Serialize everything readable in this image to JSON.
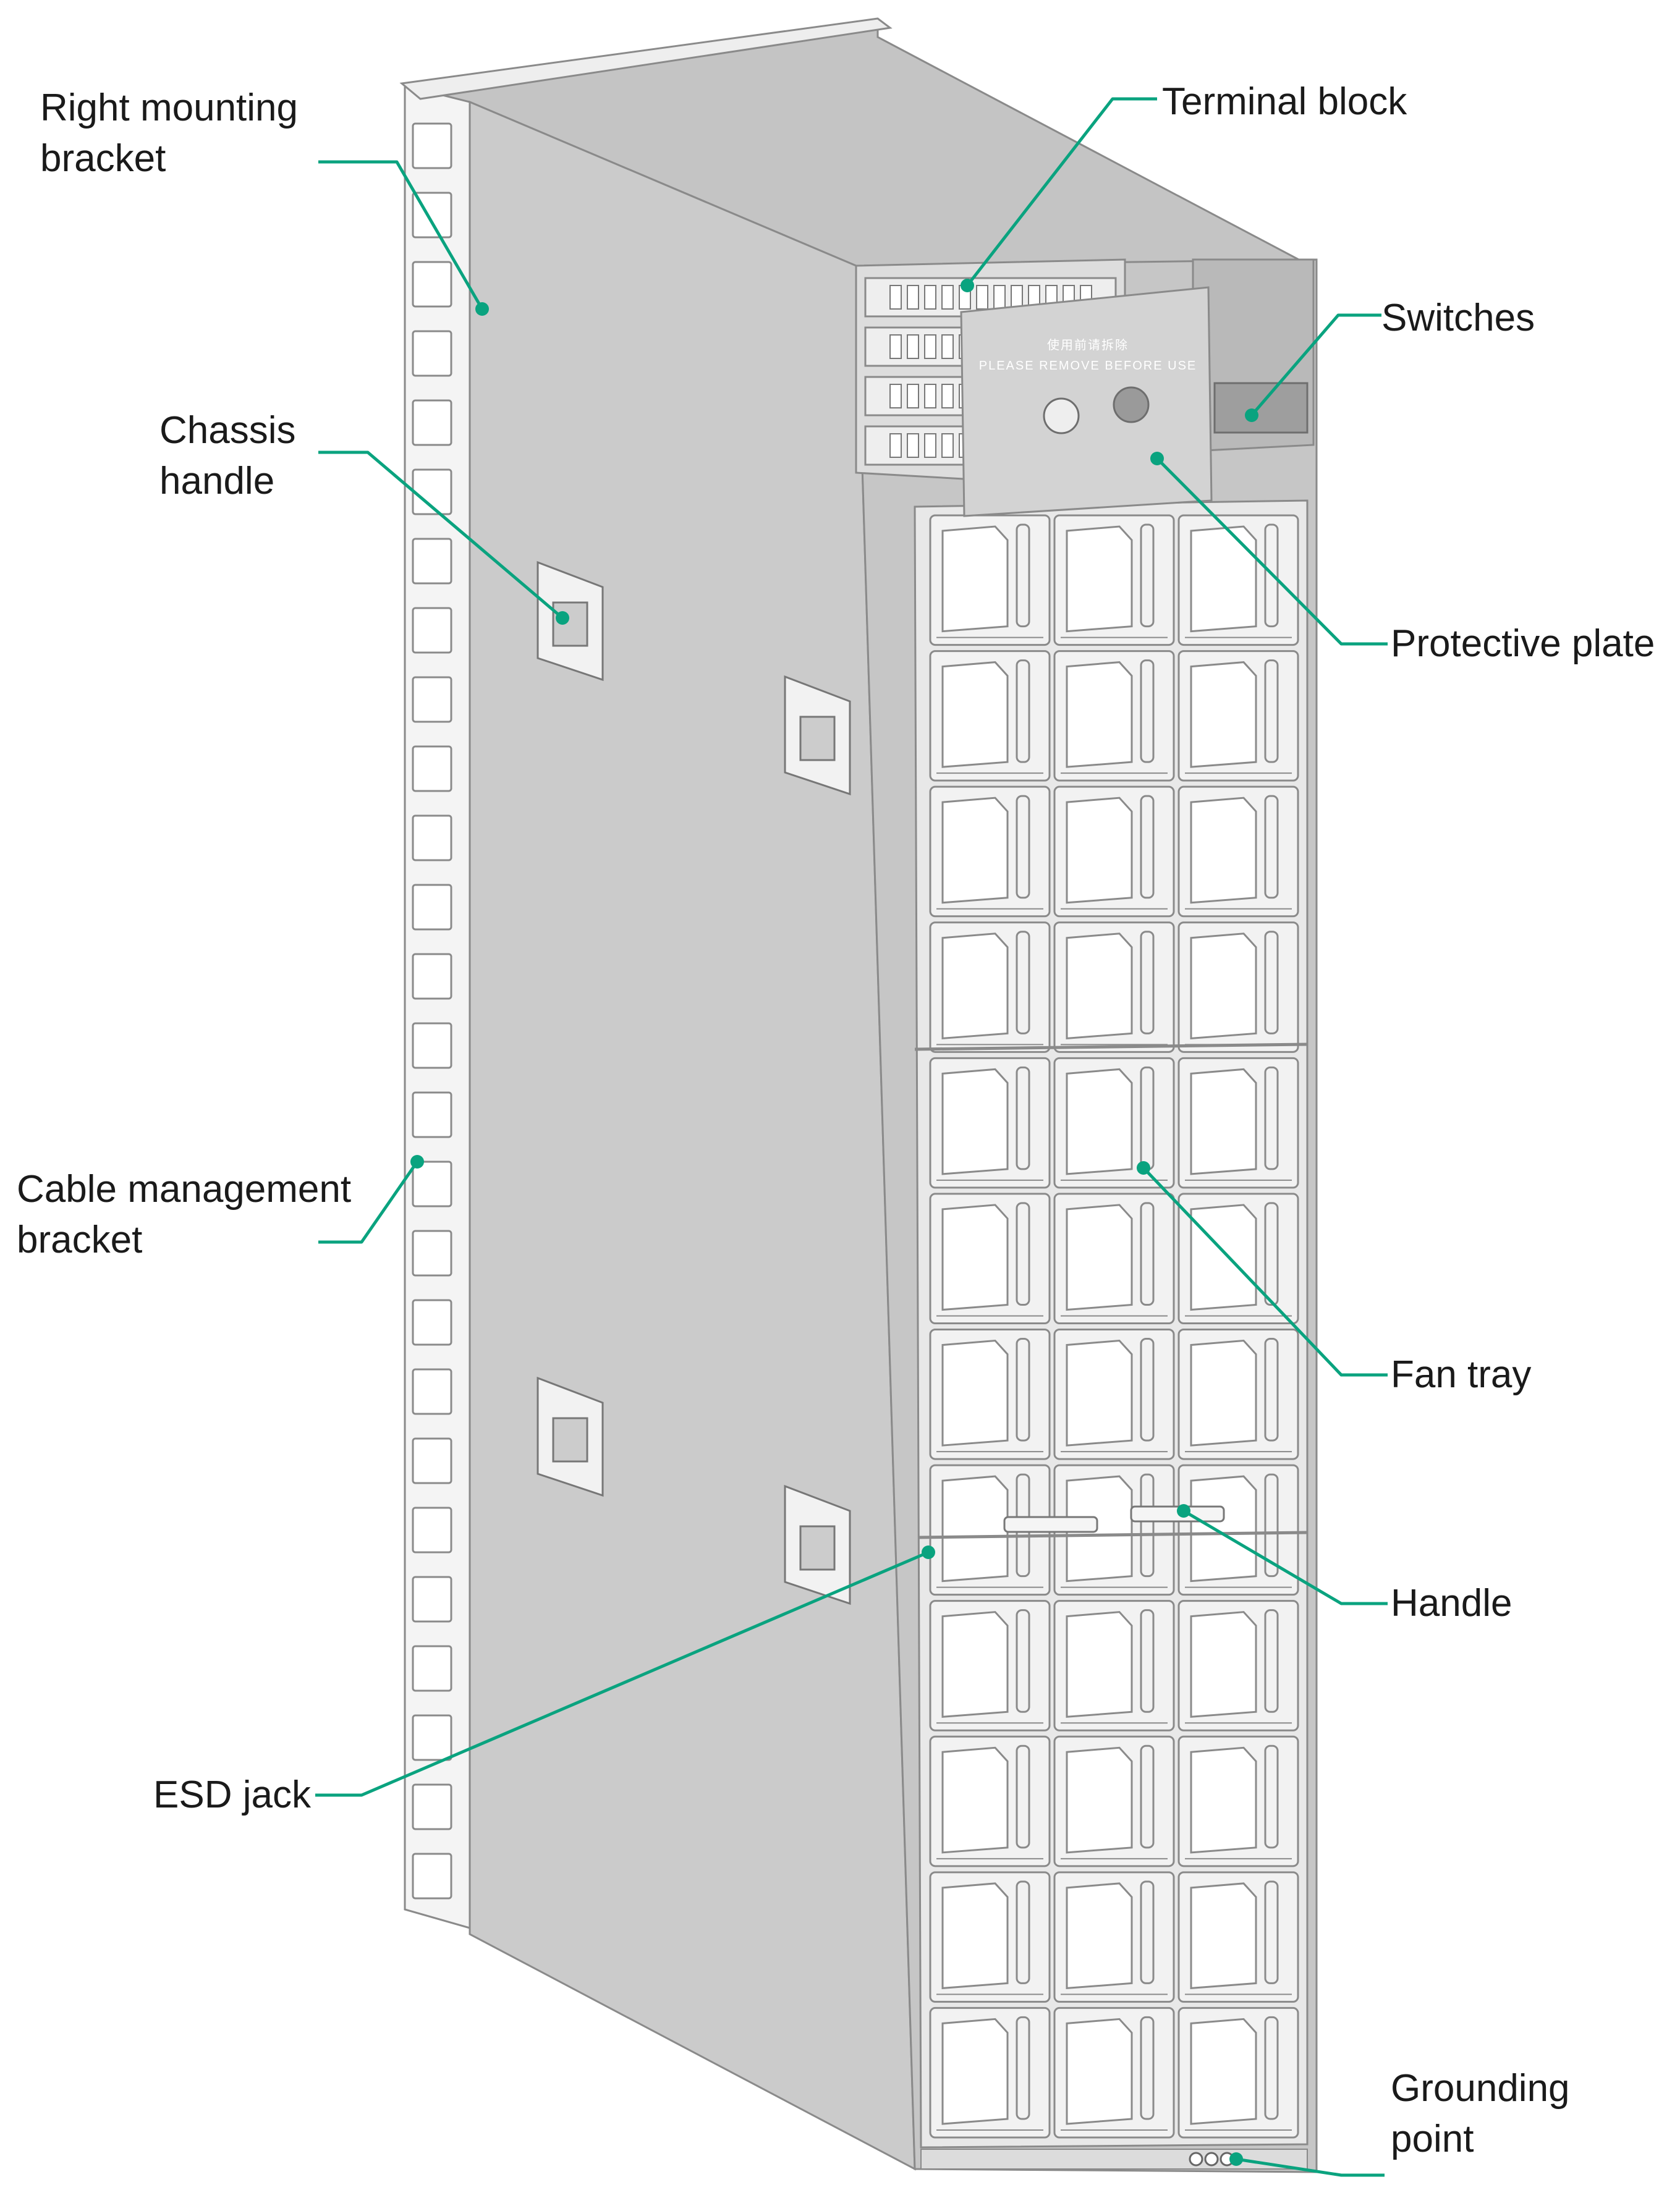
{
  "figure": {
    "callouts": {
      "right_mounting_bracket": [
        "Right mounting",
        "bracket"
      ],
      "chassis_handle": [
        "Chassis",
        "handle"
      ],
      "cable_management_bracket": [
        "Cable management",
        "bracket"
      ],
      "esd_jack": [
        "ESD jack"
      ],
      "terminal_block": [
        "Terminal block"
      ],
      "switches": [
        "Switches"
      ],
      "protective_plate": [
        "Protective plate"
      ],
      "fan_tray": [
        "Fan tray"
      ],
      "handle": [
        "Handle"
      ],
      "grounding_point": [
        "Grounding",
        "point"
      ]
    },
    "plate_label": {
      "cn": "使用前请拆除",
      "en": "PLEASE REMOVE BEFORE USE"
    },
    "fan_grid": {
      "rows": 12,
      "cols": 3
    },
    "colors": {
      "leader": "#0aa37f",
      "chassis_side": "#cbcbcb",
      "chassis_top": "#c4c4c4",
      "front_frame": "#c6c6c6",
      "fan_panel": "#f2f2f2",
      "outline": "#8a8a8a"
    }
  }
}
